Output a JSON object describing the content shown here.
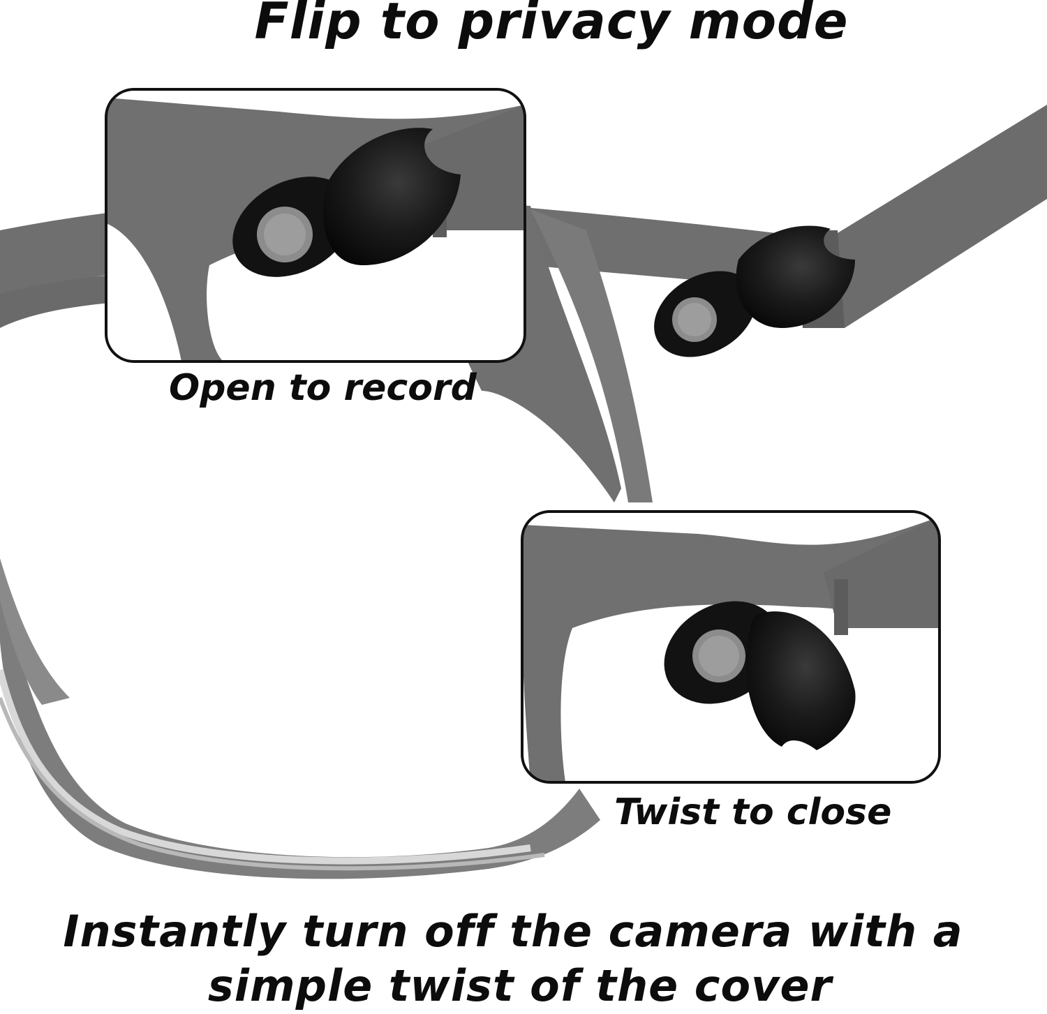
{
  "headline": "Flip to privacy mode",
  "open_caption": "Open to record",
  "close_caption": "Twist to close",
  "bottom_text": {
    "line1": "Instantly turn off the camera with a",
    "line2": "simple twist of the cover"
  },
  "colors": {
    "frame_gray": "#6f6f6f",
    "frame_shadow": "#5a5a5a",
    "cover_black": "#121212",
    "lens_ring": "#8c8c8c",
    "callout_border": "#111111",
    "text": "#0c0c0c"
  }
}
